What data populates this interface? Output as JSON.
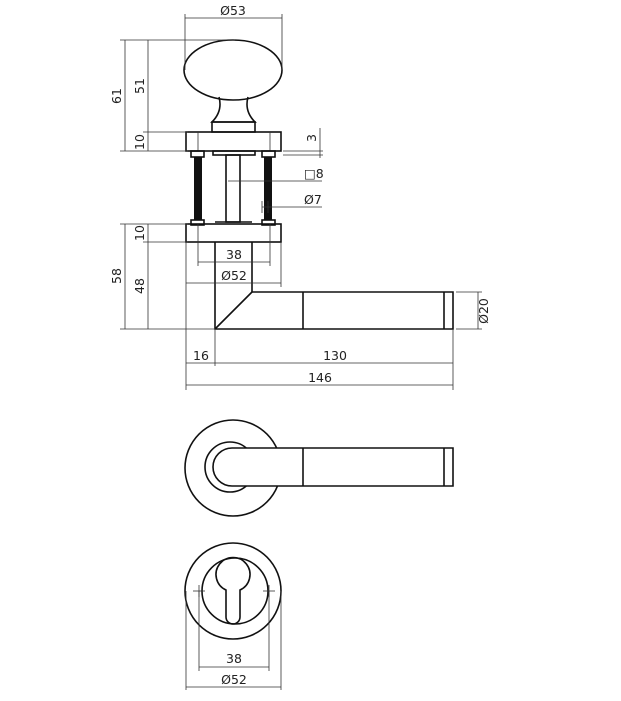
{
  "drawing": {
    "top_view_dims": {
      "knob_diameter": "Ø53",
      "total_height": "61",
      "knob_height": "51",
      "rose_thickness": "10",
      "gap": "3",
      "square_spindle": "□8",
      "screw_diameter": "Ø7"
    },
    "lever_view_dims": {
      "rose_thickness": "10",
      "total_height": "58",
      "lever_height": "48",
      "screw_spacing": "38",
      "rose_diameter": "Ø52",
      "grip_diameter": "Ø20",
      "offset": "16",
      "grip_length": "130",
      "total_length": "146"
    },
    "escutcheon_dims": {
      "screw_spacing": "38",
      "rose_diameter": "Ø52"
    },
    "line_color": "#111111"
  }
}
